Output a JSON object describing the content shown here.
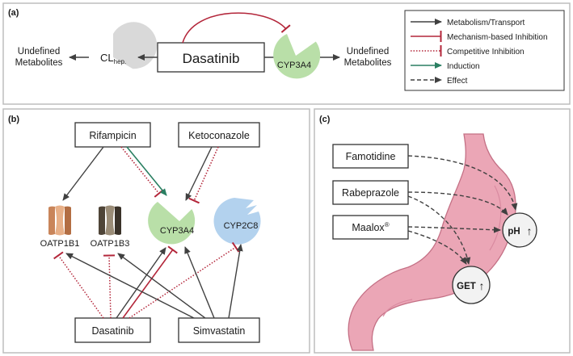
{
  "panel_a": {
    "label": "(a)",
    "drug": "Dasatinib",
    "left_enzyme_main": "CL",
    "left_enzyme_sub": "hep.",
    "right_enzyme": "CYP3A4",
    "left_metabolites_line1": "Undefined",
    "left_metabolites_line2": "Metabolites",
    "right_metabolites_line1": "Undefined",
    "right_metabolites_line2": "Metabolites"
  },
  "legend": {
    "items": [
      {
        "label": "Metabolism/Transport",
        "style": "solid-arrow",
        "color": "#404040"
      },
      {
        "label": "Mechanism-based Inhibition",
        "style": "solid-tee",
        "color": "#b3263a"
      },
      {
        "label": "Competitive Inhibition",
        "style": "dotted-tee",
        "color": "#b3263a"
      },
      {
        "label": "Induction",
        "style": "solid-arrow",
        "color": "#2a7f62"
      },
      {
        "label": "Effect",
        "style": "dashed-arrow",
        "color": "#404040"
      }
    ]
  },
  "panel_b": {
    "label": "(b)",
    "rifampicin": "Rifampicin",
    "ketoconazole": "Ketoconazole",
    "oatp1b1": "OATP1B1",
    "oatp1b3": "OATP1B3",
    "cyp3a4": "CYP3A4",
    "cyp2c8": "CYP2C8",
    "dasatinib": "Dasatinib",
    "simvastatin": "Simvastatin"
  },
  "panel_c": {
    "label": "(c)",
    "famotidine": "Famotidine",
    "rabeprazole": "Rabeprazole",
    "maalox": "Maalox",
    "maalox_mark": "®",
    "ph": "pH",
    "get": "GET",
    "arrow_up": "↑"
  },
  "colors": {
    "arrow": "#404040",
    "inhibition": "#b3263a",
    "induction": "#2a7f62",
    "cyp3a4_fill": "#b9dfa8",
    "cyp2c8_fill": "#b3d2ee",
    "clhep_fill": "#d9d9d9",
    "stomach_fill": "#eba6b6",
    "stomach_stroke": "#c47085"
  }
}
